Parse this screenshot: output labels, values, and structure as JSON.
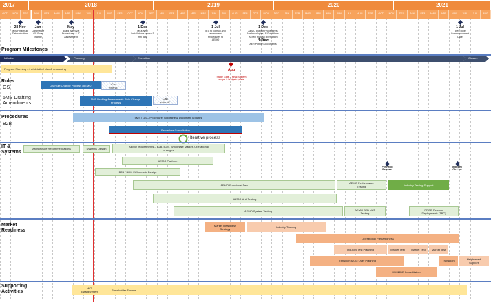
{
  "timeline": {
    "years": [
      "2017",
      "2018",
      "2019",
      "2020",
      "2021"
    ],
    "months_2017": [
      "OCT",
      "NOV",
      "DEC"
    ],
    "months_full": [
      "JAN",
      "FEB",
      "MAR",
      "APR",
      "MAY",
      "JUN",
      "JUL",
      "AUG",
      "SEP",
      "OCT",
      "NOV",
      "DEC"
    ],
    "months_2021": [
      "JAN",
      "FEB",
      "MAR",
      "APR",
      "MAY",
      "JUN",
      "JUL",
      "AUG"
    ]
  },
  "milestones": [
    {
      "date": "28 Nov",
      "text": "5MS Final Rule\nDetermination"
    },
    {
      "date": "Jan",
      "text": "Commence\nGS Rule\nchange"
    },
    {
      "date": "May",
      "text": "Board Approval\nProcedures & IT\nAssessment"
    },
    {
      "date": "1 Dec",
      "text": "MCs New\nInstallations record 5\nmin data"
    },
    {
      "date": "1 Jul",
      "text": "IEC to consult and\nrecommend\nProcedures to\nAEMO"
    },
    {
      "date": "1 Dec",
      "text": "AEMO publish Procedures,\nMethodologies, & Guidelines\nAEMO Publish Exemption\nProcedure"
    },
    {
      "date": "1 Dec",
      "text": "AER Publish Documents"
    },
    {
      "date": "1 Jul",
      "text": "5MS Rule\nCommencement\nDate"
    }
  ],
  "sections": {
    "program_milestones": "Program Milestones",
    "rules": "Rules",
    "rules_sub": "GS",
    "five_ms": "5MS Drafting\nAmendments",
    "procedures": "Procedures",
    "procedures_sub": "B2B",
    "it": "IT &\nSystems",
    "market": "Market\nReadiness",
    "supporting": "Supporting\nActivities"
  },
  "phases": [
    "Initiation",
    "Planning",
    "Execution",
    "Closure"
  ],
  "gate": {
    "date": "Aug",
    "text": "Stage Gate – Final System\nscope & budget update"
  },
  "bars": {
    "program_planning": "Program Planning – incl detailed plan & resourcing",
    "gs_rule": "GS Rule Change Process (AEMC)",
    "gs_extend": "Can\nextend?",
    "five_ms_rule": "5MS Drafting Amendments Rule Change\nProcess",
    "five_ms_extend": "Can\nextend?",
    "procedures_update": "5MS / GS – Procedure, Guideline & Document updates",
    "procedure_consult": "Procedure Consultation",
    "iterative": "Iterative process",
    "arch": "Architecture Recommendations",
    "sys_design": "Systems Design",
    "aemo_req": "AEMO requirements – B2B, B2M, Wholesale Market, Operational\nchanges",
    "aemo_platform": "AEMO Platform",
    "b2b_design": "B2B / B2M / Wholesale Design",
    "preprod": "Pre-Prod\nRelease",
    "industry_go": "Industry\nGo Live",
    "func_dev": "AEMO Functional Dev",
    "perf_test": "AEMO Performance\nTesting",
    "ind_support": "Industry Testing Support",
    "unit_test": "AEMO Unit Testing",
    "sys_test": "AEMO System Testing",
    "b2b_uat": "AEMO B2B UAT\nTesting",
    "prod_release": "PROD Release\nDeployments (TBC)",
    "mr_strategy": "Market Readiness\nStrategy",
    "ind_training": "Industry Training",
    "op_prep": "Operational Preparedness",
    "ind_test_planning": "Industry Test Planning",
    "mkt_test1": "Market Test",
    "mkt_test2": "Market Test",
    "mkt_test3": "Market Test",
    "transition_cutover": "Transition & Cut Over Planning",
    "transition": "Transition",
    "heightened": "Heightened\nSupport",
    "nmi": "NMI/MDP Accreditation",
    "wg": "WG\nEstablishment",
    "stakeholder": "Stakeholder Forums"
  }
}
